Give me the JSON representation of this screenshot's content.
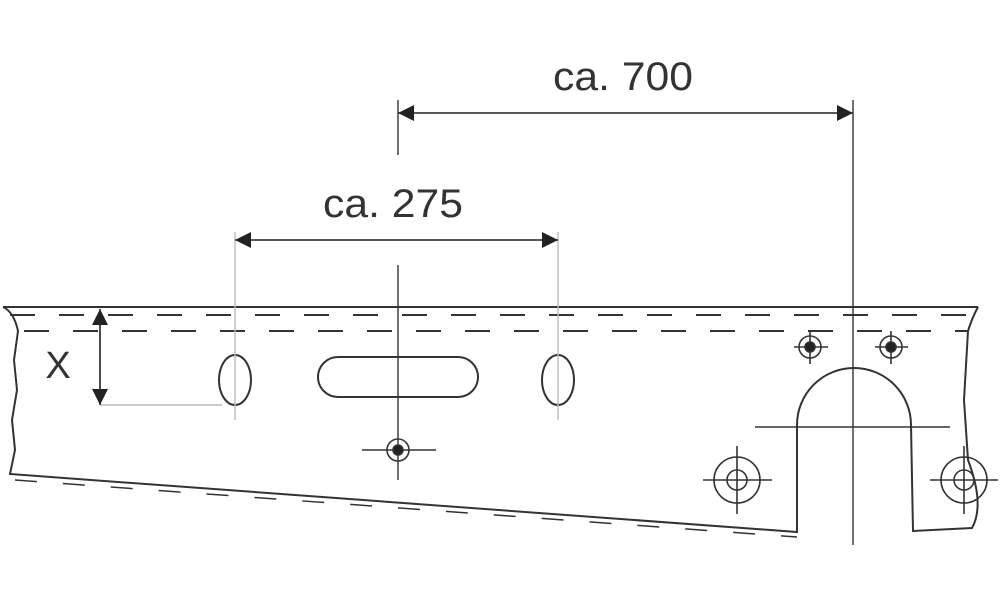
{
  "dimensions": {
    "outer": "ca. 700",
    "inner": "ca. 275",
    "height": "X"
  }
}
